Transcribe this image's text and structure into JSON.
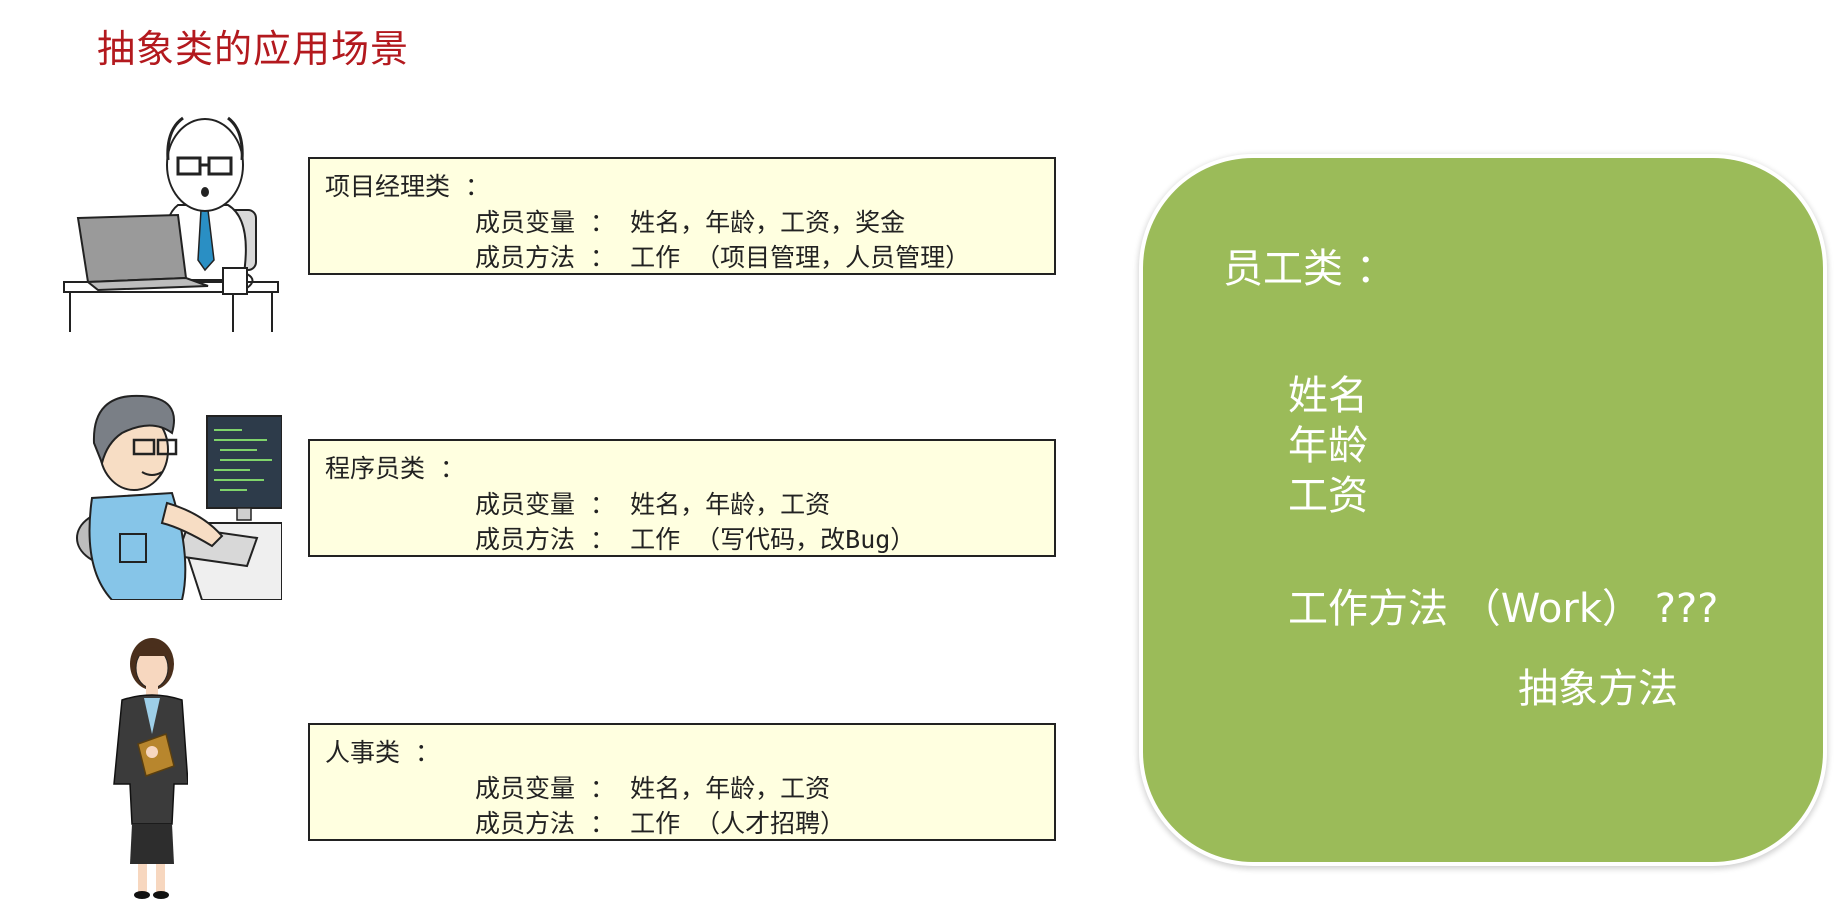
{
  "title": "抽象类的应用场景",
  "classes": [
    {
      "name": "项目经理类 ：",
      "members": "成员变量 ： 姓名，年龄，工资，奖金",
      "methods": "成员方法 ： 工作 （项目管理，人员管理）"
    },
    {
      "name": "程序员类 ：",
      "members": "成员变量 ： 姓名，年龄，工资",
      "methods": "成员方法 ： 工作 （写代码，改Bug）"
    },
    {
      "name": "人事类 ：",
      "members": "成员变量 ： 姓名，年龄，工资",
      "methods": "成员方法 ： 工作 （人才招聘）"
    }
  ],
  "employee": {
    "heading": "员工类 ：",
    "fields": [
      "姓名",
      "年龄",
      "工资"
    ],
    "work_method": "工作方法 （Work） ???",
    "abstract_note": "抽象方法"
  },
  "colors": {
    "title": "#b3191e",
    "panel": "#9bbb59",
    "box_fill": "#ffffe0"
  },
  "icons": [
    "project-manager-illustration",
    "programmer-illustration",
    "hr-staff-illustration"
  ]
}
